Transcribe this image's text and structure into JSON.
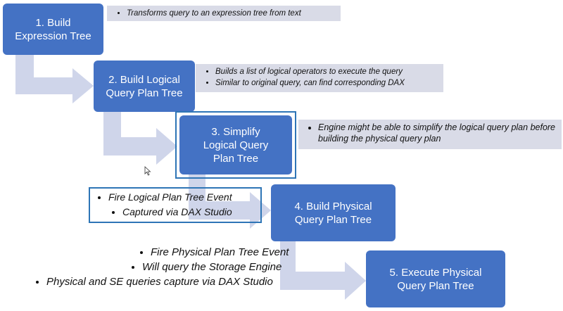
{
  "colors": {
    "step_fill": "#4472c4",
    "arrow_fill": "#cfd5ea",
    "note_fill": "#d9dbe7",
    "highlight_border": "#2e75b6"
  },
  "steps": [
    {
      "label": "1. Build\nExpression Tree"
    },
    {
      "label": "2. Build Logical\nQuery Plan Tree"
    },
    {
      "label": "3. Simplify\nLogical Query\nPlan Tree"
    },
    {
      "label": "4. Build Physical\nQuery Plan Tree"
    },
    {
      "label": "5. Execute Physical\nQuery Plan Tree"
    }
  ],
  "notes": {
    "step1": [
      "Transforms query to an expression tree from text"
    ],
    "step2": [
      "Builds a list of logical operators to execute the query",
      "Similar to original query, can find corresponding DAX"
    ],
    "step3": [
      "Engine might be able to simplify the logical query plan before building the physical query plan"
    ]
  },
  "logical_events": [
    "Fire Logical Plan Tree Event",
    "Captured via DAX Studio"
  ],
  "physical_events": [
    "Fire Physical Plan Tree Event",
    "Will query the Storage Engine",
    "Physical and SE queries capture via DAX Studio"
  ]
}
